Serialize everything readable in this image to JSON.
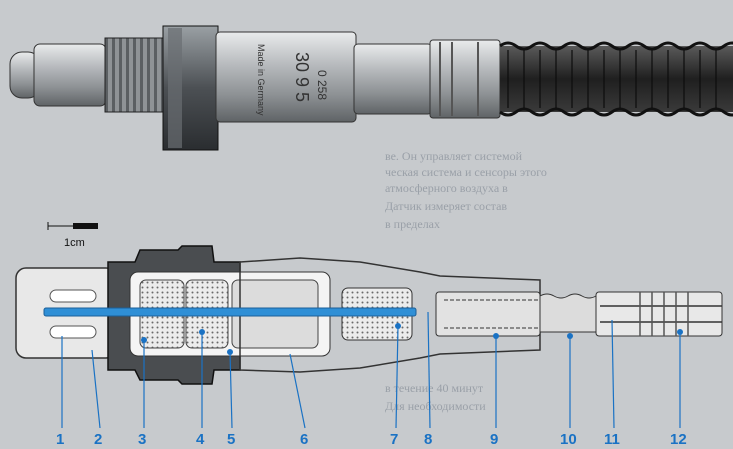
{
  "figure": {
    "scale_bar_label": "1cm",
    "housing_marking_top": "0 258",
    "housing_marking_mid": "30 9 5",
    "housing_marking_small": "Made in Germany",
    "callouts": [
      "1",
      "2",
      "3",
      "4",
      "5",
      "6",
      "7",
      "8",
      "9",
      "10",
      "11",
      "12"
    ],
    "background_text_lines": [
      "ве. Он управляет системой",
      "ческая система и сенсоры этого",
      "атмосферного воздуха в",
      "Датчик измеряет состав",
      "в пределах",
      "в течение 40 минут",
      "Для необходимости"
    ],
    "colors": {
      "accent": "#1a72c4",
      "probe": "#2f8fd6",
      "housing": "#a9adb1",
      "cable": "#2b2b2b"
    }
  }
}
